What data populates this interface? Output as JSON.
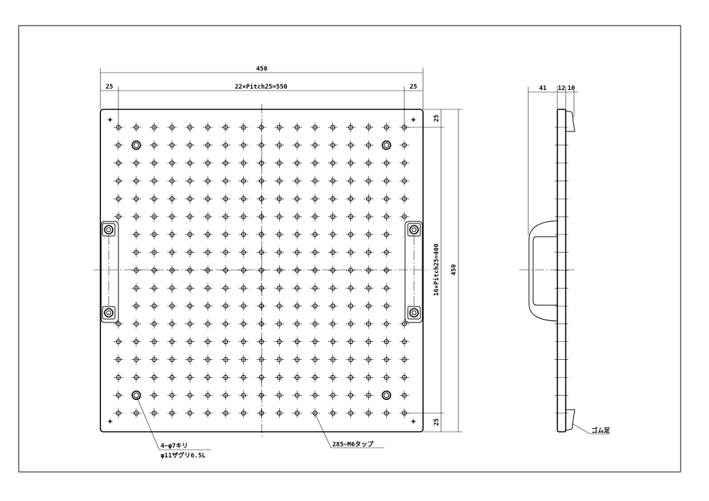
{
  "drawing": {
    "front_view": {
      "dim_overall_width": "450",
      "dim_left_margin": "25",
      "dim_pitch_horizontal": "22×Pitch25=550",
      "dim_right_margin": "25",
      "dim_top_margin": "25",
      "dim_pitch_vertical": "16×Pitch25=400",
      "dim_bottom_margin": "25",
      "dim_overall_height": "450",
      "hole_grid": {
        "columns": 17,
        "rows": 17
      },
      "note_counterbore_line1": "4−φ7キリ",
      "note_counterbore_line2": "φ11ザグリ6.5L",
      "note_tapped_holes": "285−M6タップ"
    },
    "side_view": {
      "dim_handle_depth": "41",
      "dim_plate_thickness": "12",
      "dim_foot_height": "10",
      "note_rubber_foot": "ゴム足"
    }
  }
}
